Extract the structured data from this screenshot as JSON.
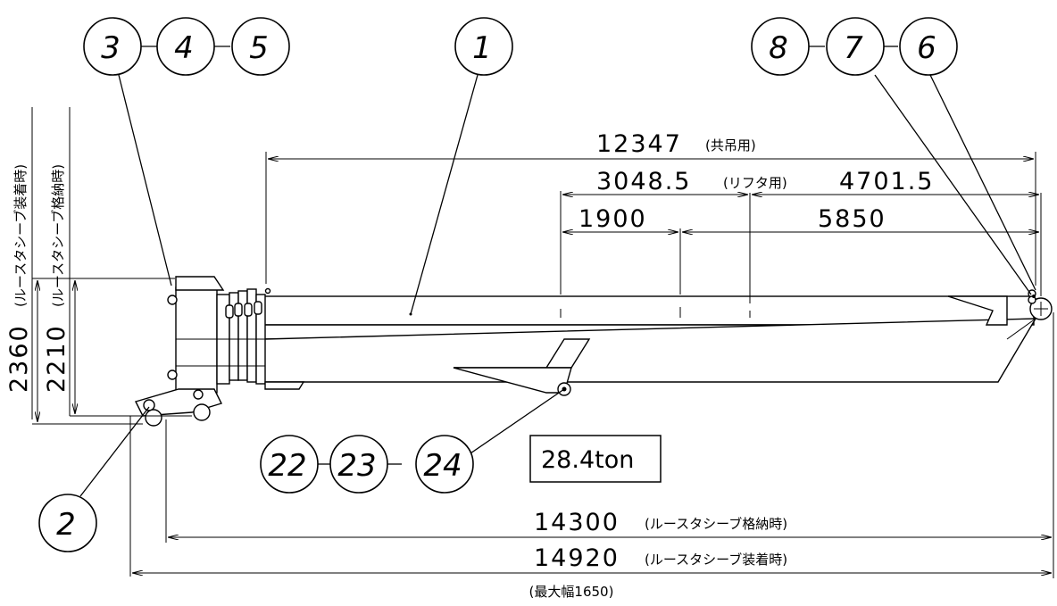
{
  "balloons": {
    "b1": "1",
    "b2": "2",
    "b3": "3",
    "b4": "4",
    "b5": "5",
    "b6": "6",
    "b7": "7",
    "b8": "8",
    "b22": "22",
    "b23": "23",
    "b24": "24"
  },
  "dimensions": {
    "d12347": {
      "value": "12347",
      "note": "(共吊用)"
    },
    "d3048": {
      "value": "3048.5",
      "note": "(リフタ用)"
    },
    "d4701": {
      "value": "4701.5"
    },
    "d1900": {
      "value": "1900"
    },
    "d5850": {
      "value": "5850"
    },
    "d14300": {
      "value": "14300",
      "note": "(ルースタシーブ格納時)"
    },
    "d14920": {
      "value": "14920",
      "note": "(ルースタシーブ装着時)"
    },
    "max_width": "(最大幅1650)",
    "h2360": {
      "value": "2360",
      "note": "(ルースタシーブ装着時)"
    },
    "h2210": {
      "value": "2210",
      "note": "(ルースタシーブ格納時)"
    }
  },
  "weight": "28.4ton"
}
